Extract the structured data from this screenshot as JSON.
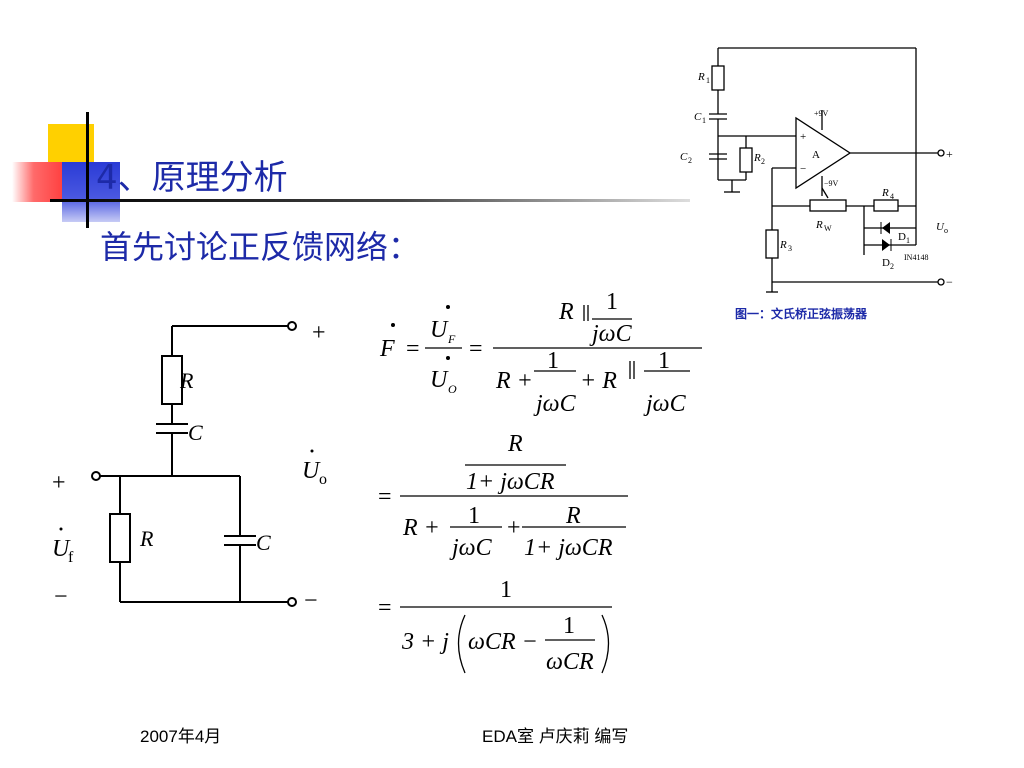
{
  "slide": {
    "title": "4、原理分析",
    "subtitle": "首先讨论正反馈网络："
  },
  "circuit_left": {
    "plus_top": "+",
    "plus_left": "+",
    "minus_left": "−",
    "minus_bottom": "−",
    "label_R_top": "R",
    "label_C_top": "C",
    "label_R_bottom": "R",
    "label_C_bottom": "C",
    "label_Uo": "U",
    "label_Uo_sub": "o",
    "label_Uf": "U",
    "label_Uf_sub": "f"
  },
  "circuit_right": {
    "R1": "R",
    "R1_sub": "1",
    "C1": "C",
    "C1_sub": "1",
    "C2": "C",
    "C2_sub": "2",
    "R2": "R",
    "R2_sub": "2",
    "plus9": "+9V",
    "minus9": "−9V",
    "opamp": "A",
    "opamp_plus": "+",
    "opamp_minus": "−",
    "R4": "R",
    "R4_sub": "4",
    "Rw": "R",
    "Rw_sub": "W",
    "R3": "R",
    "R3_sub": "3",
    "D1": "D",
    "D1_sub": "1",
    "D2": "D",
    "D2_sub": "2",
    "diode_model": "IN4148",
    "Uo": "U",
    "Uo_sub": "o",
    "out_plus": "+",
    "out_minus": "−",
    "caption": "图一：文氏桥正弦振荡器"
  },
  "formula": {
    "F": "F",
    "eq": "=",
    "UF": "U",
    "UF_sub": "F",
    "UO": "U",
    "UO_sub": "O",
    "one": "1",
    "R": "R",
    "parallel": "‖",
    "jwC": "jωC",
    "R_plus": "R +",
    "plus_R": "+ R",
    "plus": "+",
    "one_plus_jwCR": "1+ jωCR",
    "three_plus_j": "3 + j",
    "wCR_minus": "ωCR −",
    "wCR": "ωCR"
  },
  "footer": {
    "date": "2007年4月",
    "author": "EDA室  卢庆莉  编写"
  },
  "colors": {
    "accent_text": "#1d2aa8",
    "yellow": "#ffd000",
    "red": "#ff3030",
    "blue": "#2a3bd6"
  }
}
